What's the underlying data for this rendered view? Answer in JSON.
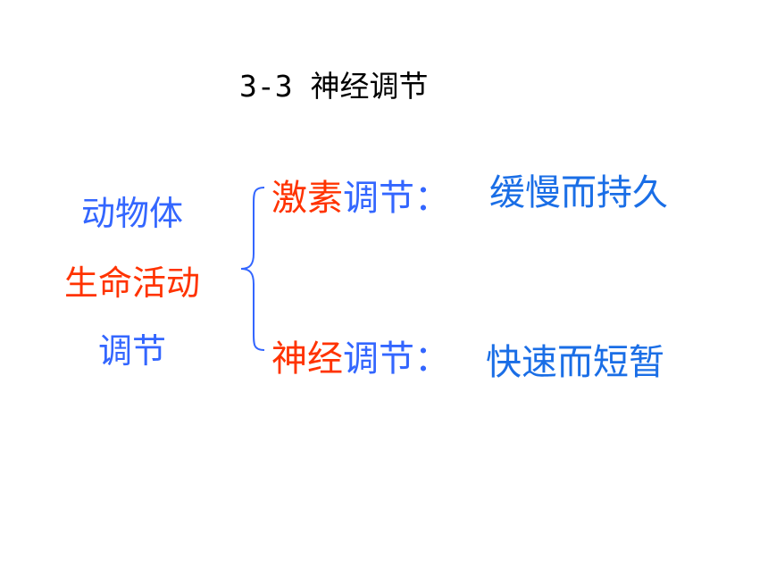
{
  "title": "3-3 神经调节",
  "left_labels": {
    "line1": "动物体",
    "line2": "生命活动",
    "line3": "调节"
  },
  "branches": [
    {
      "prefix": "激素",
      "suffix": "调节：",
      "description": "缓慢而持久"
    },
    {
      "prefix": "神经",
      "suffix": "调节：",
      "description": "快速而短暂"
    }
  ],
  "colors": {
    "red": "#ff3300",
    "blue": "#3366ff",
    "description_blue": "#1a6ee6",
    "brace": "#3366ff"
  }
}
